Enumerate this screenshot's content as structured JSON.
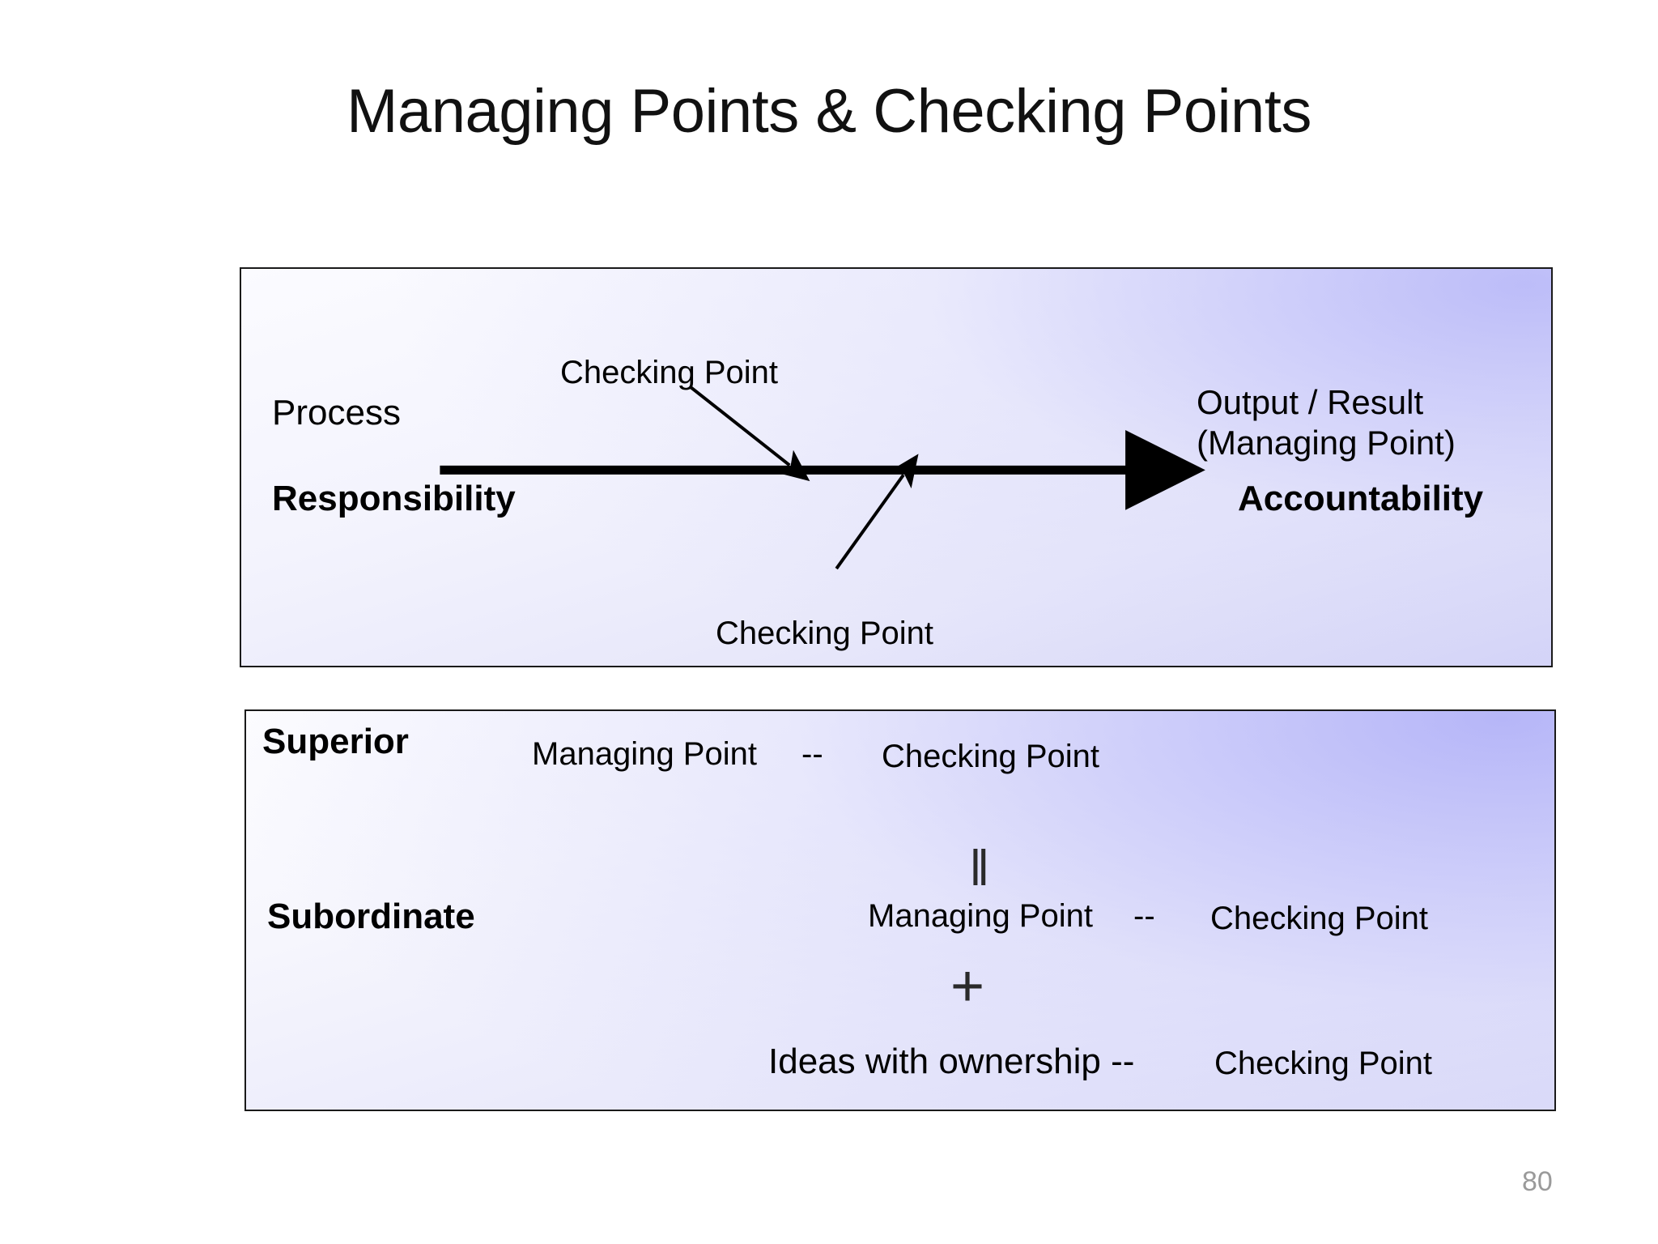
{
  "slide": {
    "title": "Managing Points & Checking Points",
    "page_number": "80",
    "accent_color": "#c9c9f7",
    "border_color": "#1a1a1a",
    "page_number_color": "#9a9a9a"
  },
  "process_panel": {
    "process_label": "Process",
    "checking_point_top": "Checking Point",
    "checking_point_bottom": "Checking Point",
    "output_line1": "Output / Result",
    "output_line2": "(Managing Point)",
    "responsibility_label": "Responsibility",
    "accountability_label": "Accountability"
  },
  "roles_panel": {
    "superior_label": "Superior",
    "subordinate_label": "Subordinate",
    "rows": [
      {
        "managing": "Managing Point",
        "dash": "--",
        "checking": "Checking Point"
      },
      {
        "managing": "Managing Point",
        "dash": "--",
        "checking": "Checking Point"
      },
      {
        "managing": "Ideas with ownership --",
        "dash": "",
        "checking": "Checking Point"
      }
    ],
    "parallel_symbol": "‖",
    "plus_symbol": "+"
  }
}
